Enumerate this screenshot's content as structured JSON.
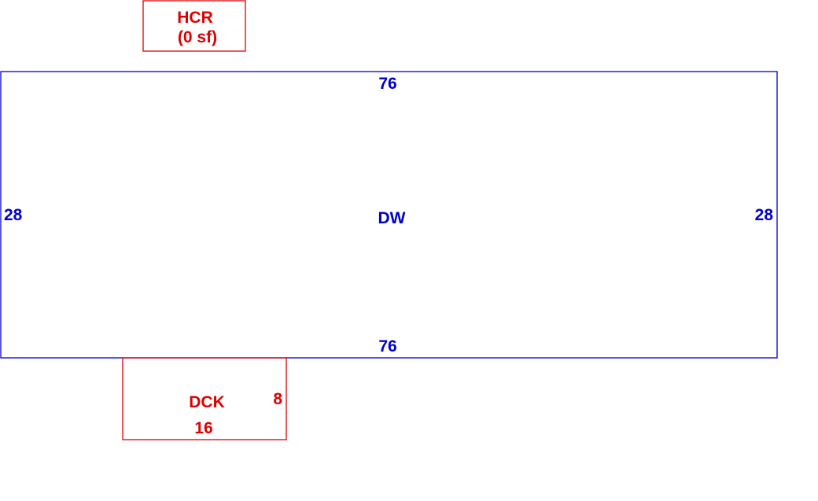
{
  "colors": {
    "dwelling": "#0000cc",
    "addition": "#dd0000",
    "background": "#ffffff"
  },
  "areas": {
    "hcr": {
      "code": "HCR",
      "area_label": "(0 sf)"
    },
    "dwelling": {
      "code": "DW",
      "top_dimension": "76",
      "bottom_dimension": "76",
      "left_dimension": "28",
      "right_dimension": "28"
    },
    "deck": {
      "code": "DCK",
      "bottom_dimension": "16",
      "right_dimension": "8"
    }
  }
}
